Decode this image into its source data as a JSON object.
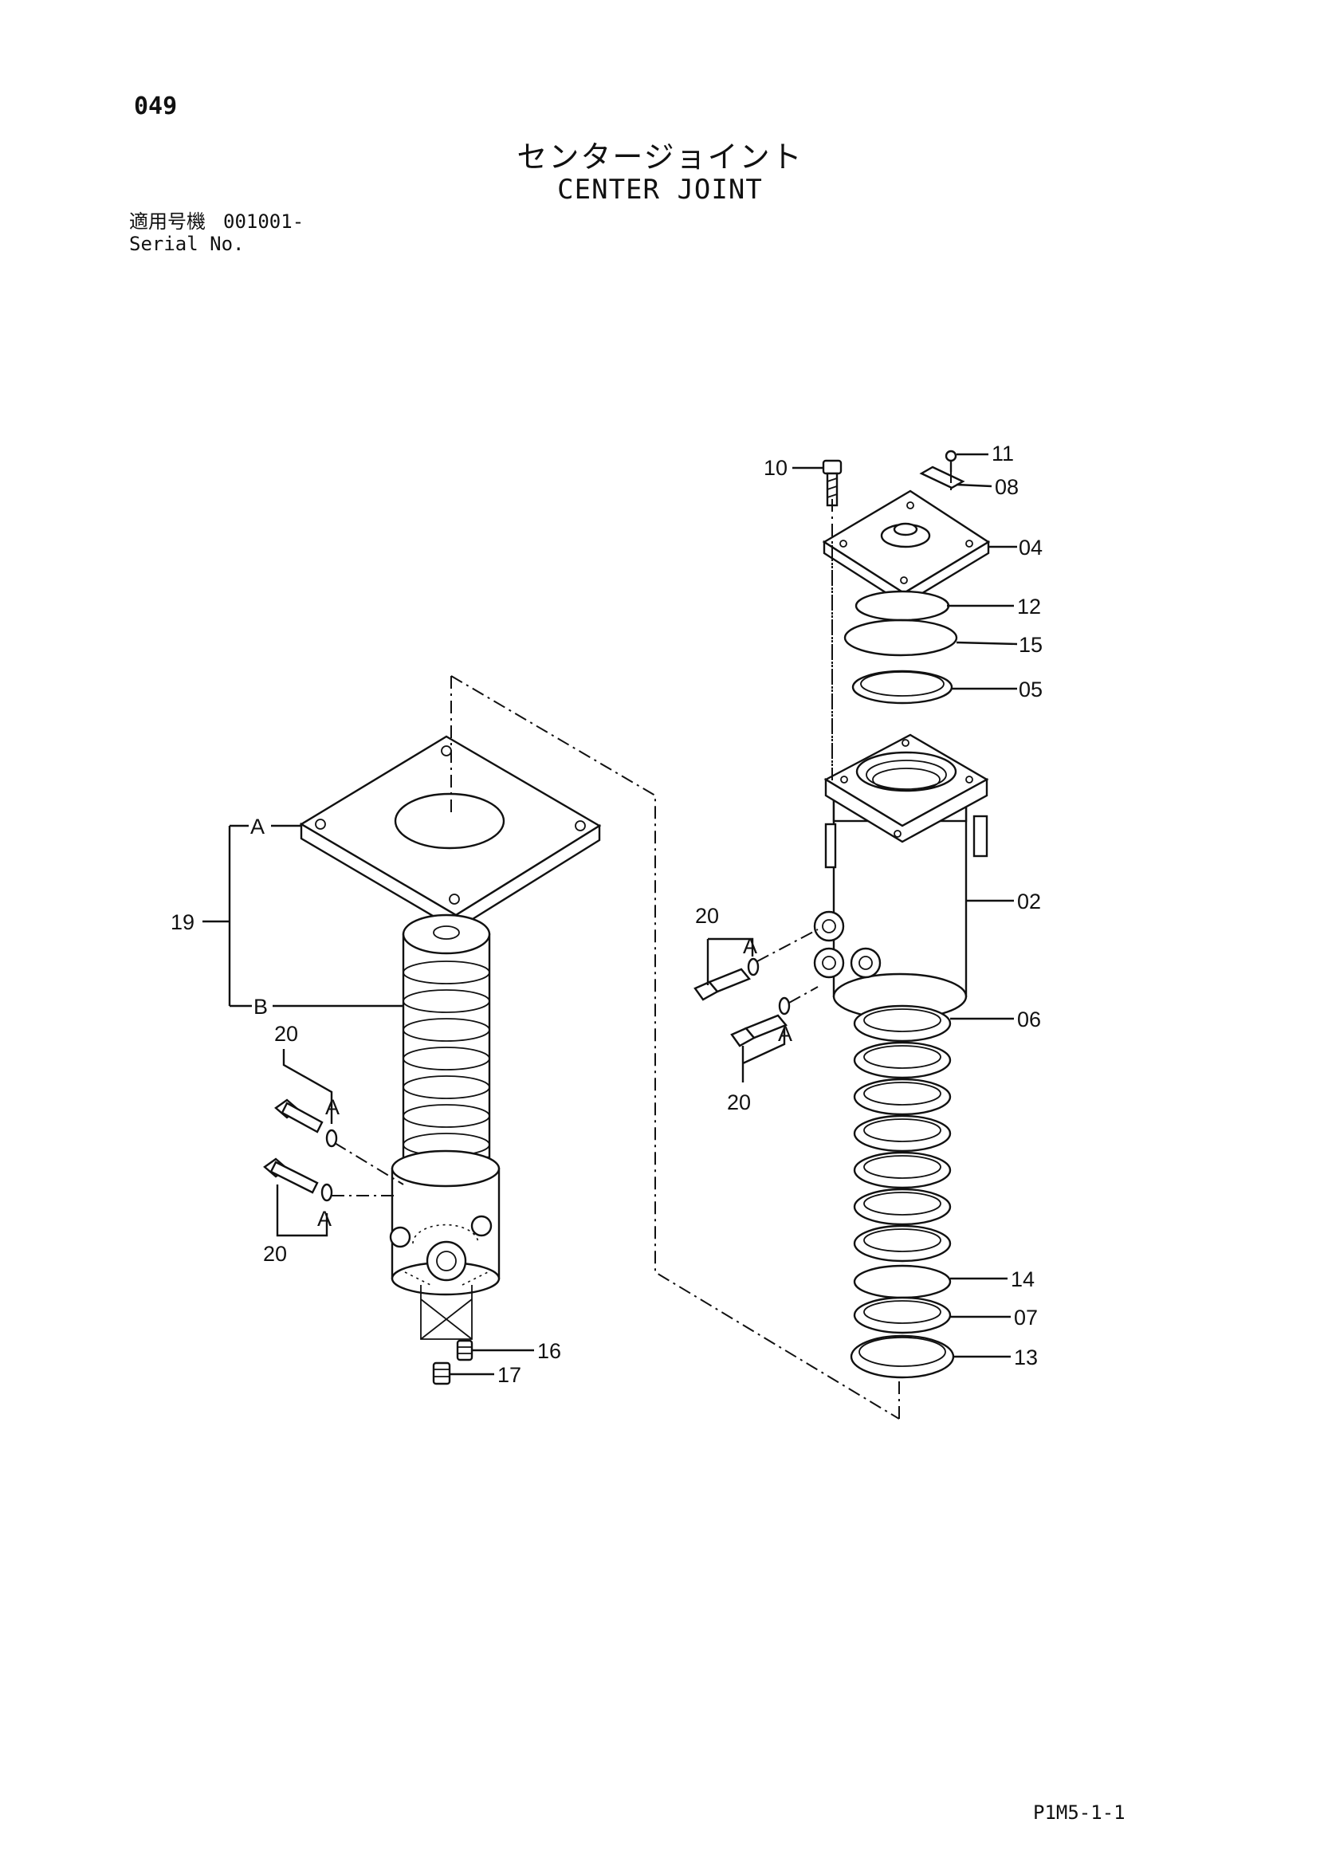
{
  "header": {
    "page_number": "049",
    "title_jp": "センタージョイント",
    "title_en": "CENTER JOINT",
    "serial_label_jp": "適用号機",
    "serial_label_en": "Serial No.",
    "serial_value": "001001-"
  },
  "footer": {
    "doc_code": "P1M5-1-1"
  },
  "callouts": {
    "p10": "10",
    "p11": "11",
    "p08": "08",
    "p04": "04",
    "p12": "12",
    "p15": "15",
    "p05": "05",
    "p02": "02",
    "p06": "06",
    "p14": "14",
    "p07": "07",
    "p13": "13",
    "p19": "19",
    "p16": "16",
    "p17": "17",
    "p20a": "20",
    "p20b": "20",
    "p20c": "20",
    "p20d": "20",
    "sub_a1": "A",
    "sub_a2": "A",
    "sub_a3": "A",
    "sub_a4": "A",
    "sub_a5": "A",
    "sub_b": "B"
  }
}
